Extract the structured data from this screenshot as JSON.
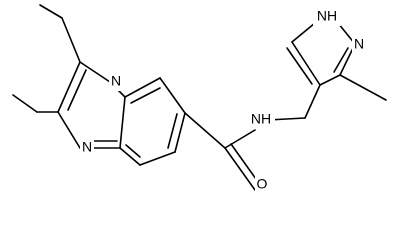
{
  "molecule": {
    "atom_labels": {
      "n_quinoxaline_top": "N",
      "n_quinoxaline_bottom": "N",
      "n_amide": "NH",
      "o_carbonyl": "O",
      "n_pyrazole_h": "NH",
      "n_pyrazole": "N"
    },
    "colors": {
      "bond": "#000000",
      "label": "#000000"
    }
  }
}
